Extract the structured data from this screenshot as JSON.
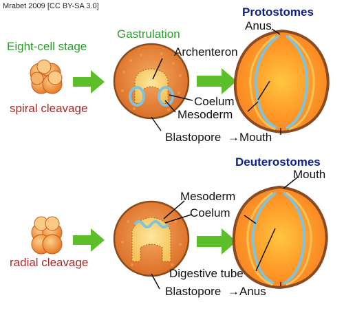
{
  "credit": "Mrabet 2009 [CC BY-SA 3.0]",
  "top": {
    "eight_cell": "Eight-cell stage",
    "cleavage": "spiral cleavage",
    "gastrulation": "Gastrulation",
    "title": "Protostomes",
    "labels": {
      "anus": "Anus",
      "archenteron": "Archenteron",
      "coelum": "Coelum",
      "mesoderm": "Mesoderm",
      "blastopore": "Blastopore",
      "mouth": "Mouth"
    }
  },
  "bottom": {
    "cleavage": "radial cleavage",
    "title": "Deuterostomes",
    "labels": {
      "mouth": "Mouth",
      "mesoderm": "Mesoderm",
      "coelum": "Coelum",
      "digestive": "Digestive tube",
      "blastopore": "Blastopore",
      "anus": "Anus"
    }
  },
  "arrow_glyph": "→",
  "colors": {
    "arrow": "#5cbf2a",
    "embryo_fill": "#e9853a",
    "embryo_edge": "#8a4a1a",
    "mesoderm": "#7fc3e0",
    "gut_fill": "#f7cf66",
    "body_core": "#ffb020",
    "body_edge": "#8a4a22",
    "title": "#0c1f8a",
    "green_text": "#2e9a2e",
    "red_text": "#a52a2a"
  }
}
